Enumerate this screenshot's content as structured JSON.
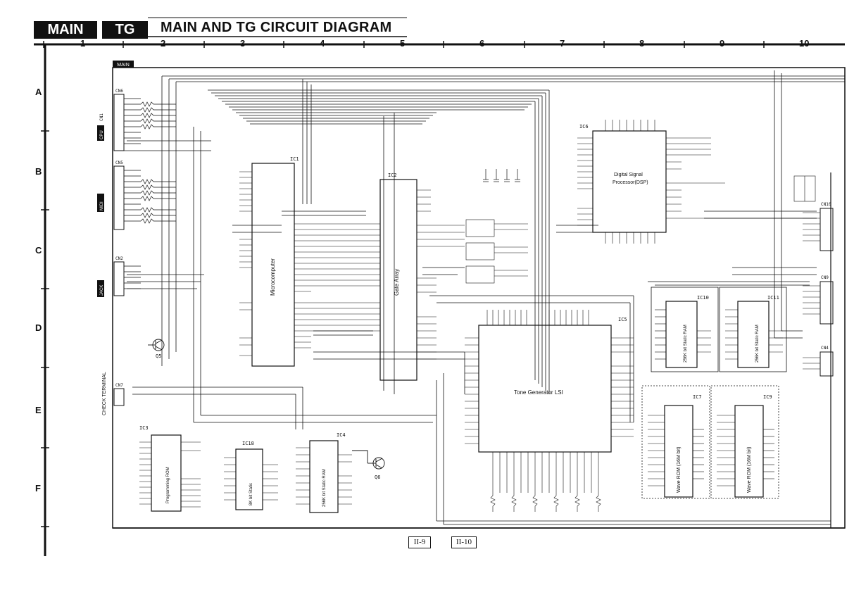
{
  "header": {
    "tab_main": "MAIN",
    "tab_tg": "TG",
    "title": "MAIN AND TG CIRCUIT DIAGRAM",
    "columns": [
      "1",
      "2",
      "3",
      "4",
      "5",
      "6",
      "7",
      "8",
      "9",
      "10"
    ],
    "rows": [
      "A",
      "B",
      "C",
      "D",
      "E",
      "F"
    ]
  },
  "board_label": "MAIN",
  "connectors": {
    "cn6": "CN6",
    "cn5": "CN5",
    "cn2": "CN2",
    "cn7": "CN7",
    "cn10": "CN10",
    "cn9": "CN9",
    "cn4": "CN4",
    "cn1_label": "CN1",
    "side_cpu": "CPU",
    "side_midi": "MIDI",
    "side_jack": "JACK",
    "check_terminal": "CHECK TERMINAL"
  },
  "ics": {
    "ic1_ref": "IC1",
    "ic1_name": "Microcomputer",
    "ic2_ref": "IC2",
    "ic2_name": "Gate Array",
    "ic6_ref": "IC6",
    "ic6_name_line1": "Digital Signal",
    "ic6_name_line2": "Processor(DSP)",
    "ic5_ref": "IC5",
    "ic5_name": "Tone Generator LSI",
    "ic10_ref": "IC10",
    "ic10_name": "256K bit Static RAM",
    "ic11_ref": "IC11",
    "ic11_name": "256K bit Static RAM",
    "ic7_ref": "IC7",
    "ic7_name": "Wave ROM (16M bit)",
    "ic9_ref": "IC9",
    "ic9_name": "Wave ROM (16M bit)",
    "ic3_ref": "IC3",
    "ic3_name": "Programming ROM",
    "ic18_ref": "IC18",
    "ic18_name": "8K bit Static",
    "ic4_ref": "IC4",
    "ic4_name": "256K bit Static RAM"
  },
  "transistors": {
    "q5": "Q5",
    "q6": "Q6"
  },
  "footer": {
    "page_left": "II-9",
    "page_right": "II-10"
  }
}
